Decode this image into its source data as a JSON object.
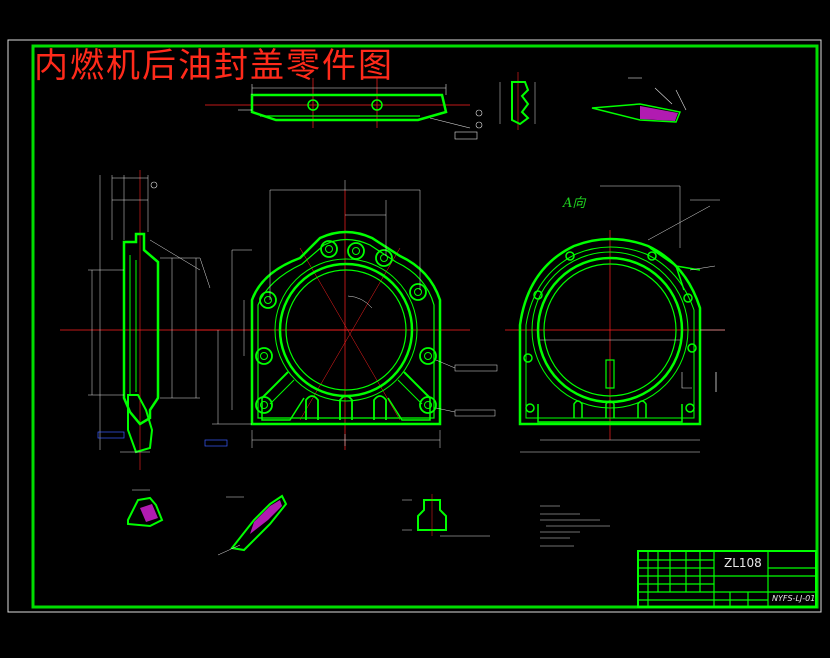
{
  "drawing": {
    "title": "内燃机后油封盖零件图",
    "view_label": "A向",
    "title_block": {
      "model_code": "ZL108",
      "drawing_number": "NYFS-LJ-01"
    }
  },
  "colors": {
    "background": "#000000",
    "part_outline": "#00ff00",
    "frame": "#00dd00",
    "centerline": "#ff2020",
    "dimension": "#e0e0e0",
    "title": "#ff2a1a",
    "hatch": "#d020d0",
    "accent_blue": "#3a5cff"
  }
}
